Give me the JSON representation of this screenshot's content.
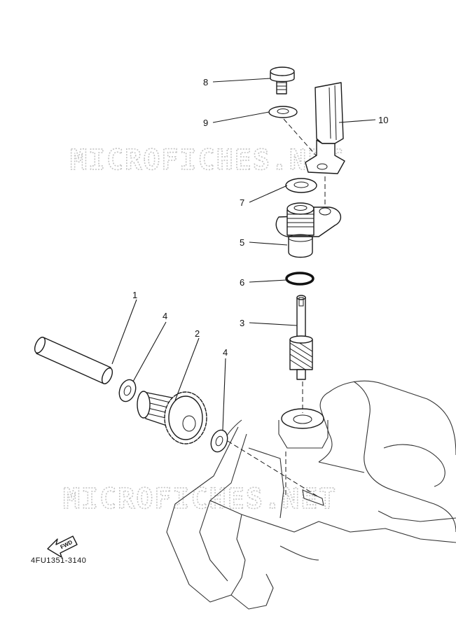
{
  "watermark": {
    "text": "MICROFICHES.NET"
  },
  "callouts": [
    {
      "id": "callout-1",
      "label": "1"
    },
    {
      "id": "callout-2",
      "label": "2"
    },
    {
      "id": "callout-3",
      "label": "3"
    },
    {
      "id": "callout-4a",
      "label": "4"
    },
    {
      "id": "callout-4b",
      "label": "4"
    },
    {
      "id": "callout-5",
      "label": "5"
    },
    {
      "id": "callout-6",
      "label": "6"
    },
    {
      "id": "callout-7",
      "label": "7"
    },
    {
      "id": "callout-8",
      "label": "8"
    },
    {
      "id": "callout-9",
      "label": "9"
    },
    {
      "id": "callout-10",
      "label": "10"
    }
  ],
  "fwd_marker": {
    "label": "FWD"
  },
  "diagram_code": "4FU1351-3140"
}
